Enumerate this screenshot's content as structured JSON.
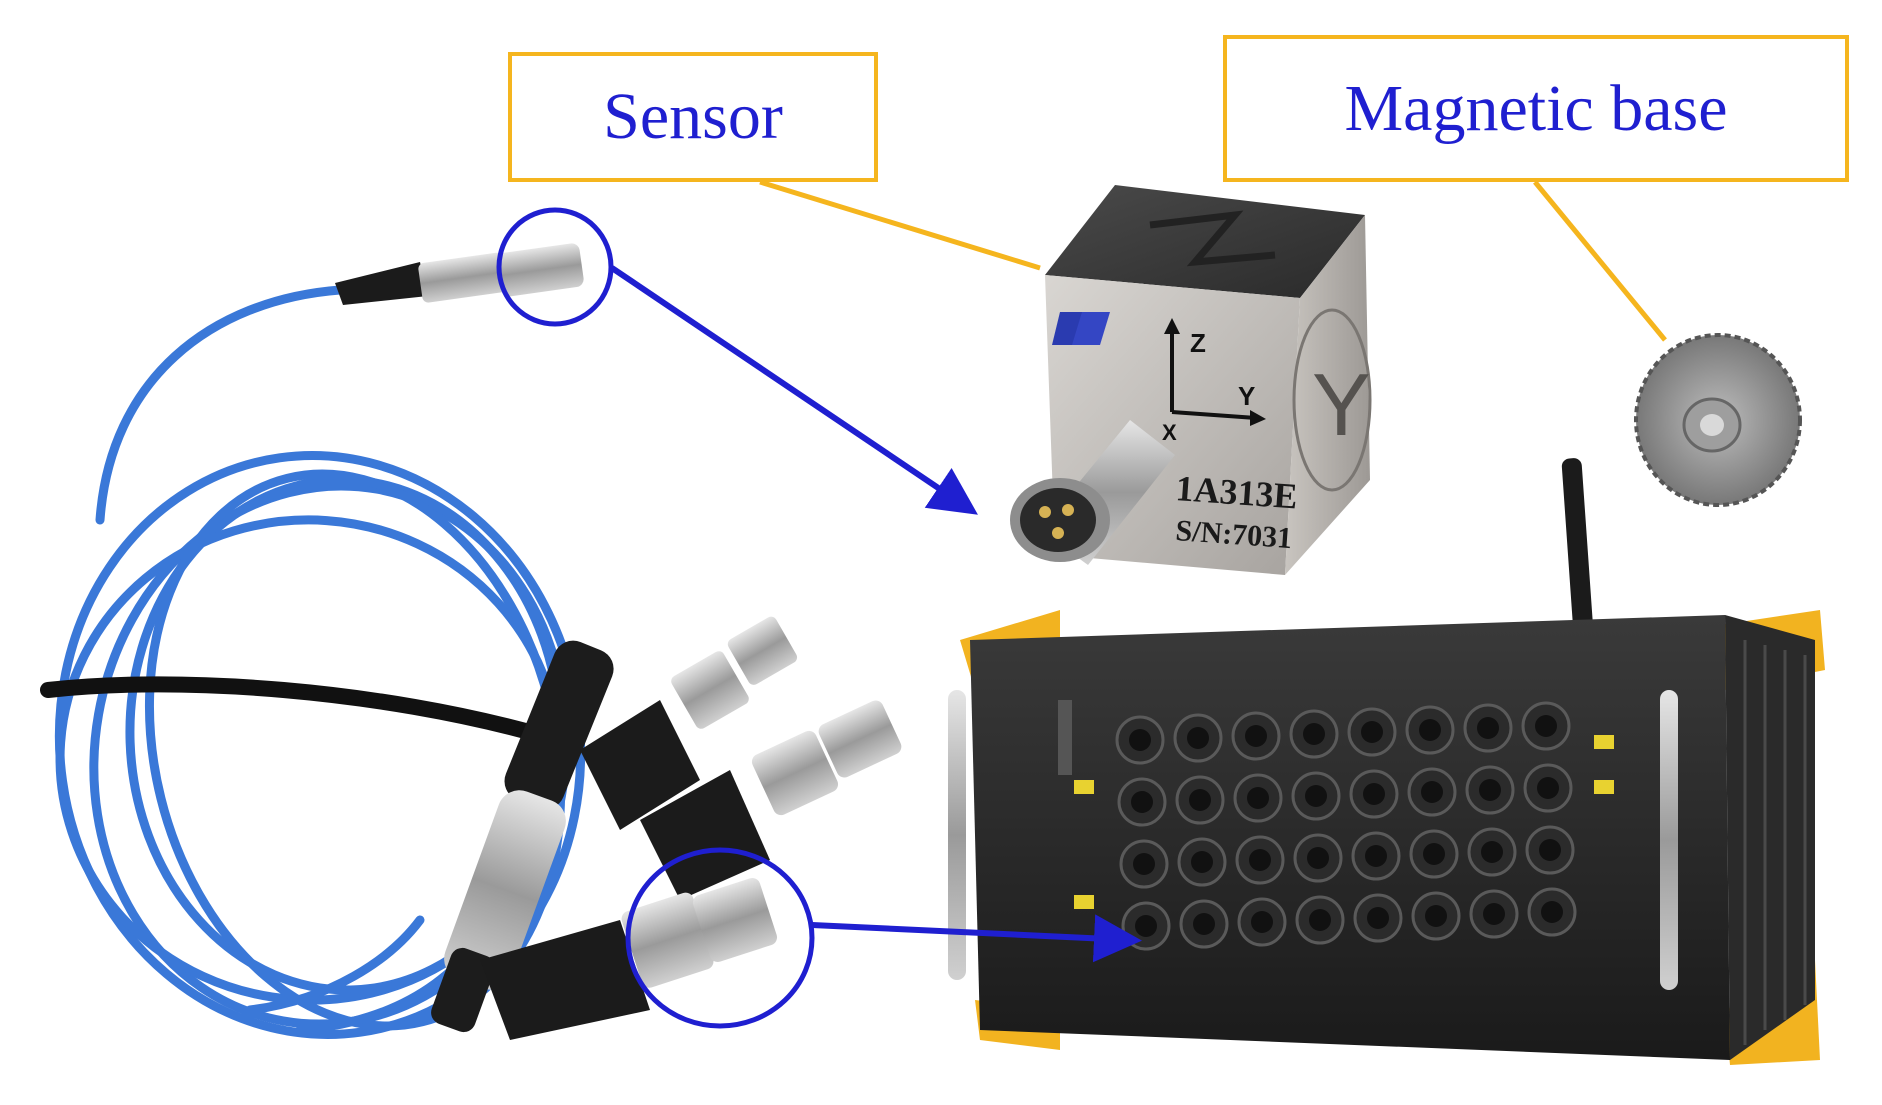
{
  "labels": {
    "sensor": "Sensor",
    "magnetic_base": "Magnetic base"
  },
  "sensor_markings": {
    "axis_z": "Z",
    "axis_y": "Y",
    "axis_x": "X",
    "face_letter": "Y",
    "model": "1A313E",
    "serial": "S/N:7031"
  },
  "colors": {
    "callout_border": "#f5b51e",
    "label_text": "#1f1fd0",
    "arrow": "#1f1fd0",
    "cable": "#3a78d8"
  }
}
